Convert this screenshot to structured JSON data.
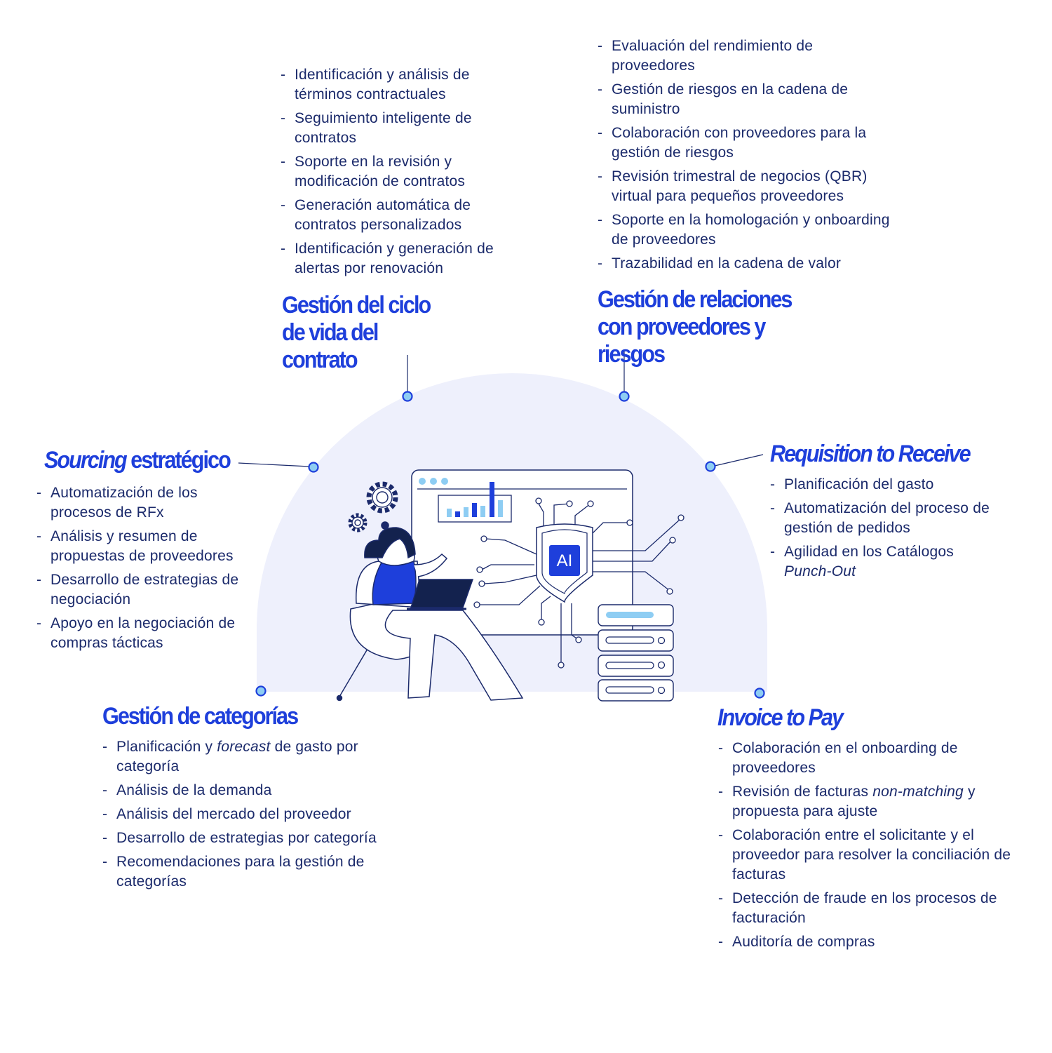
{
  "colors": {
    "accent": "#1e3fdb",
    "text": "#1b2a6b",
    "dome": "#eef0fc",
    "dot": "#8ecdf3"
  },
  "sections": {
    "clm": {
      "title": "Gestión del ciclo de vida del contrato",
      "items": [
        "Identificación y análisis de términos contractuales",
        "Seguimiento inteligente de contratos",
        "Soporte en la revisión y modificación de contratos",
        "Generación automática de contratos personalizados",
        "Identificación y generación de alertas por renovación"
      ]
    },
    "srm": {
      "title": "Gestión de relaciones con proveedores y riesgos",
      "items": [
        "Evaluación del rendimiento de proveedores",
        "Gestión de riesgos en la cadena de suministro",
        "Colaboración con proveedores para la gestión de riesgos",
        "Revisión trimestral de negocios (QBR) virtual para pequeños proveedores",
        "Soporte en la homologación y onboarding de proveedores",
        "Trazabilidad en la cadena de valor"
      ]
    },
    "sourcing": {
      "title_italic": "Sourcing",
      "title_rest": " estratégico",
      "items": [
        "Automatización de los procesos de RFx",
        "Análisis y resumen de propuestas de proveedores",
        "Desarrollo de estrategias de negociación",
        "Apoyo en la negociación de compras tácticas"
      ]
    },
    "r2r": {
      "title": "Requisition to Receive",
      "items": [
        "Planificación del gasto",
        "Automatización del proceso de gestión de pedidos"
      ],
      "item3_text": "Agilidad en los Catálogos ",
      "item3_italic": "Punch-Out"
    },
    "categories": {
      "title": "Gestión de categorías",
      "item1_a": "Planificación y ",
      "item1_italic": "forecast",
      "item1_b": " de gasto por categoría",
      "items": [
        "Análisis de la demanda",
        "Análisis del mercado del proveedor",
        "Desarrollo de estrategias por categoría",
        "Recomendaciones para la gestión de categorías"
      ]
    },
    "i2p": {
      "title": "Invoice to Pay",
      "item1": "Colaboración en el onboarding de proveedores",
      "item2_a": "Revisión de facturas ",
      "item2_italic": "non-matching",
      "item2_b": " y propuesta para ajuste",
      "items": [
        "Colaboración entre el solicitante y el proveedor para resolver la conciliación de facturas",
        "Detección de fraude en los procesos de facturación",
        "Auditoría de compras"
      ]
    }
  },
  "illustration": {
    "chip_label": "AI",
    "icon": "ai-chip-icon"
  }
}
